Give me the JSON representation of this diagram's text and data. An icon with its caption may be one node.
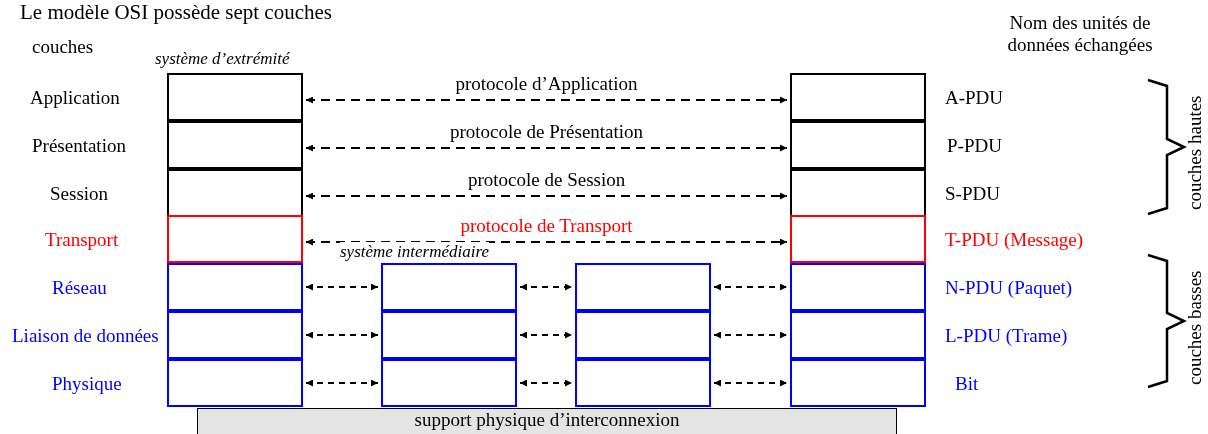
{
  "diagram": {
    "title": "Le modèle OSI possède sept couches",
    "nodes": [
      {
        "text": [],
        "shape": "box",
        "beside": [
          "Application"
        ]
      },
      {
        "text": [],
        "shape": "box",
        "beside": [
          "Présentation"
        ]
      },
      {
        "text": [],
        "shape": "box",
        "beside": [
          "Session"
        ]
      },
      {
        "text": [],
        "shape": "box",
        "beside": [
          "Transport"
        ]
      },
      {
        "text": [],
        "shape": "box",
        "beside": [
          "Réseau"
        ]
      },
      {
        "text": [],
        "shape": "box",
        "beside": [
          "Liaison de données"
        ]
      },
      {
        "text": [],
        "shape": "box",
        "beside": [
          "Physique"
        ]
      },
      {
        "text": [],
        "shape": "box",
        "beside": [
          "A-PDU"
        ]
      },
      {
        "text": [],
        "shape": "box",
        "beside": [
          "P-PDU"
        ]
      },
      {
        "text": [],
        "shape": "box",
        "beside": [
          "S-PDU"
        ]
      },
      {
        "text": [],
        "shape": "box",
        "beside": [
          "T-PDU (Message)"
        ]
      },
      {
        "text": [],
        "shape": "box",
        "beside": [
          "N-PDU (Paquet)"
        ]
      },
      {
        "text": [],
        "shape": "box",
        "beside": [
          "L-PDU (Trame)"
        ]
      },
      {
        "text": [],
        "shape": "box",
        "beside": [
          "Bit"
        ]
      },
      {
        "text": [],
        "shape": "box"
      },
      {
        "text": [],
        "shape": "box"
      },
      {
        "text": [],
        "shape": "box"
      },
      {
        "text": [],
        "shape": "box"
      },
      {
        "text": [],
        "shape": "box"
      },
      {
        "text": [],
        "shape": "box"
      },
      {
        "text": [
          "support physique d’interconnexion"
        ]
      }
    ],
    "edges": [
      {
        "from": 0,
        "to": 7,
        "arrow": "both",
        "style": "dashed",
        "label": "protocole d’Application"
      },
      {
        "from": 1,
        "to": 8,
        "arrow": "both",
        "style": "dashed",
        "label": "protocole de Présentation"
      },
      {
        "from": 2,
        "to": 9,
        "arrow": "both",
        "style": "dashed",
        "label": "protocole de Session"
      },
      {
        "from": 3,
        "to": 10,
        "arrow": "both",
        "style": "dashed",
        "label": "protocole de Transport"
      },
      {
        "from": 4,
        "to": 14,
        "arrow": "both",
        "style": "dashed"
      },
      {
        "from": 14,
        "to": 17,
        "arrow": "both",
        "style": "dashed"
      },
      {
        "from": 17,
        "to": 11,
        "arrow": "both",
        "style": "dashed"
      },
      {
        "from": 5,
        "to": 15,
        "arrow": "both",
        "style": "dashed"
      },
      {
        "from": 15,
        "to": 18,
        "arrow": "both",
        "style": "dashed"
      },
      {
        "from": 18,
        "to": 12,
        "arrow": "both",
        "style": "dashed"
      },
      {
        "from": 6,
        "to": 16,
        "arrow": "both",
        "style": "dashed"
      },
      {
        "from": 16,
        "to": 19,
        "arrow": "both",
        "style": "dashed"
      },
      {
        "from": 19,
        "to": 13,
        "arrow": "both",
        "style": "dashed"
      }
    ],
    "labels": [
      "couches",
      "Nom des unités de données échangées",
      "système d’extrémité",
      "système intermédiaire",
      "couches hautes",
      "couches basses"
    ]
  }
}
